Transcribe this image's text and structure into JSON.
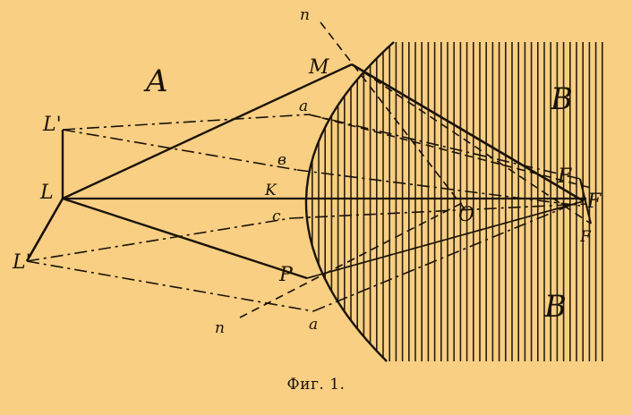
{
  "labels": {
    "A": "A",
    "B_top": "B",
    "B_bottom": "B",
    "M": "M",
    "P": "P",
    "L_top": "L'",
    "L": "L",
    "L_bottom": "L'",
    "a_top": "a",
    "b": "в",
    "K": "K",
    "c": "c",
    "a_bottom": "a",
    "O": "O",
    "F_left": "F",
    "F": "F",
    "F_bottom": "F",
    "n_top": "n",
    "n_bottom": "n"
  },
  "caption": "Фиг. 1."
}
